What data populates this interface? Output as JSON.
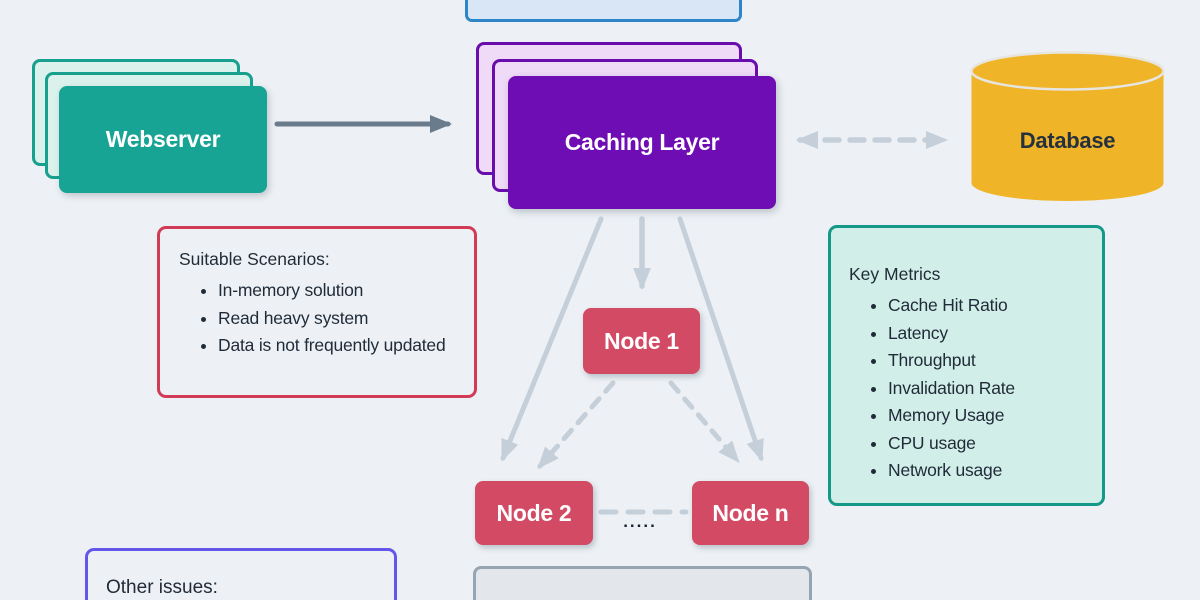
{
  "diagram": {
    "nodes": {
      "webserver": {
        "label": "Webserver"
      },
      "caching_layer": {
        "label": "Caching Layer"
      },
      "database": {
        "label": "Database"
      },
      "node1": {
        "label": "Node 1"
      },
      "node2": {
        "label": "Node 2"
      },
      "node_n": {
        "label": "Node n"
      },
      "ellipsis": "....."
    },
    "panels": {
      "suitable_scenarios": {
        "title": "Suitable Scenarios:",
        "items": [
          "In-memory solution",
          "Read heavy system",
          "Data is not frequently updated"
        ]
      },
      "key_metrics": {
        "title": "Key Metrics",
        "items": [
          "Cache Hit Ratio",
          "Latency",
          "Throughput",
          "Invalidation Rate",
          "Memory Usage",
          "CPU usage",
          "Network usage"
        ]
      },
      "other_issues": {
        "title": "Other issues:"
      }
    },
    "colors": {
      "background": "#EDF1F5",
      "webserver_fill": "#18A494",
      "webserver_stack_fill": "#DAF1EC",
      "webserver_border": "#18A08F",
      "caching_fill": "#6E0DB4",
      "caching_stack_fill": "#EFDAF7",
      "caching_border": "#6A0DAD",
      "database_fill": "#F0B429",
      "node_fill": "#D34A64",
      "scenarios_border": "#D23B55",
      "metrics_border": "#149888",
      "metrics_fill": "#D2EEE8",
      "other_issues_border": "#6456E8",
      "top_box_border": "#2E86C8",
      "top_box_fill": "#D8E6F5",
      "solid_arrow": "#6A7B8C",
      "light_connector": "#C5CFDA",
      "text_dark": "#1F2B38"
    }
  }
}
